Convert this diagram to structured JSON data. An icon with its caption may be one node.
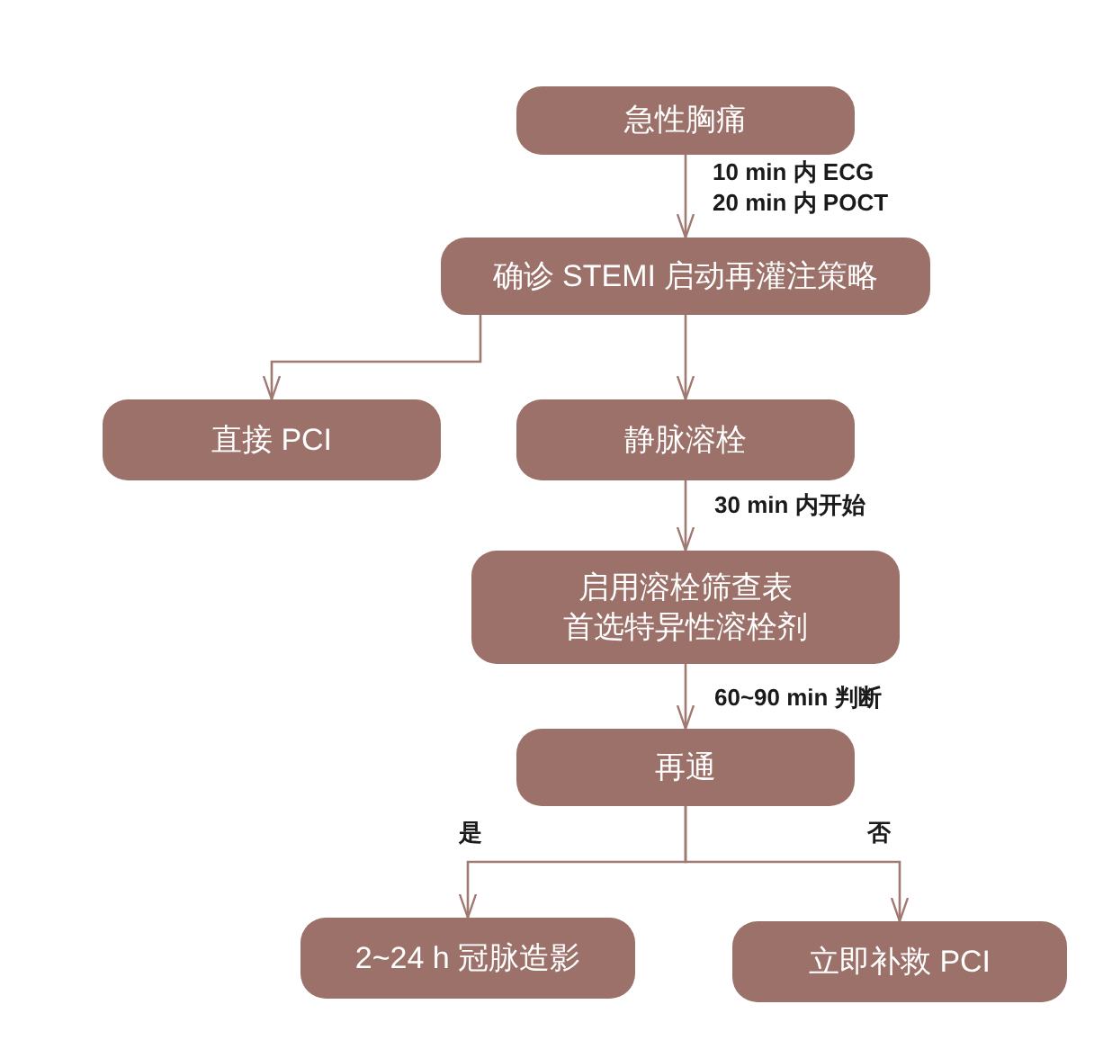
{
  "diagram": {
    "nodes": [
      {
        "text": [
          "急性胸痛"
        ]
      },
      {
        "text": [
          "确诊 STEMI 启动再灌注策略"
        ]
      },
      {
        "text": [
          "直接 PCI"
        ]
      },
      {
        "text": [
          "静脉溶栓"
        ]
      },
      {
        "text": [
          "启用溶栓筛查表",
          "首选特异性溶栓剂"
        ]
      },
      {
        "text": [
          "再通"
        ]
      },
      {
        "text": [
          "2~24 h 冠脉造影"
        ]
      },
      {
        "text": [
          "立即补救 PCI"
        ]
      }
    ],
    "edges": [
      {
        "from": 0,
        "to": 1,
        "arrow": "to",
        "label": "10 min 内 ECG 20 min 内 POCT"
      },
      {
        "from": 1,
        "to": 2,
        "arrow": "to"
      },
      {
        "from": 1,
        "to": 3,
        "arrow": "to"
      },
      {
        "from": 3,
        "to": 4,
        "arrow": "to",
        "label": "30 min 内开始"
      },
      {
        "from": 4,
        "to": 5,
        "arrow": "to",
        "label": "60~90 min 判断"
      },
      {
        "from": 5,
        "to": 6,
        "arrow": "to",
        "label": "是"
      },
      {
        "from": 5,
        "to": 7,
        "arrow": "to",
        "label": "否"
      }
    ]
  }
}
